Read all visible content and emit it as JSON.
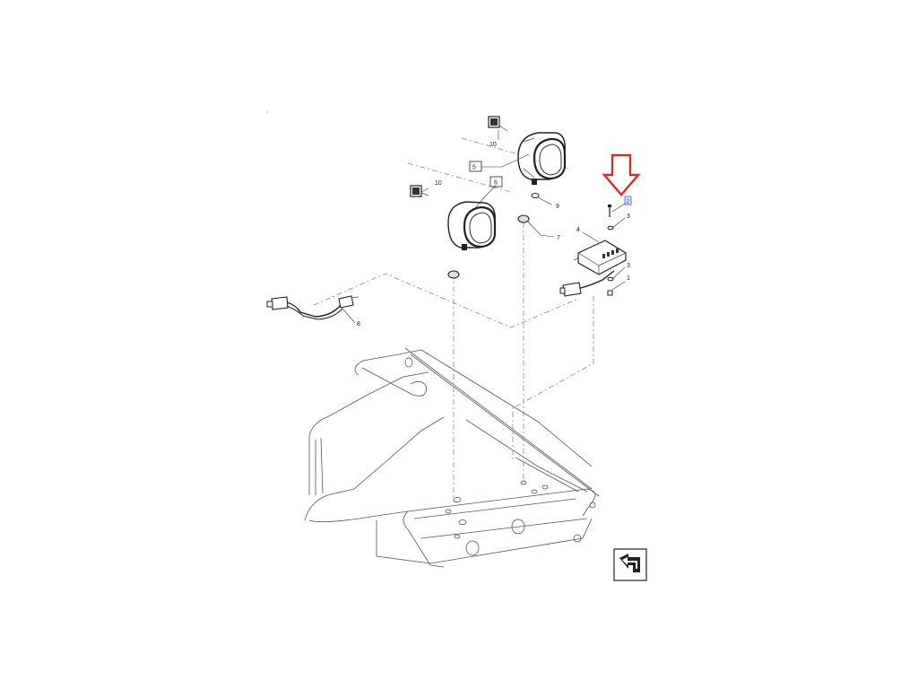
{
  "callouts": {
    "c1": "1",
    "c2": "2",
    "c3a": "3",
    "c3b": "3",
    "c4": "4",
    "c5": "5",
    "c6": "6",
    "c7": "7",
    "c8": "8",
    "c9": "9",
    "c10a": "10",
    "c10b": "10"
  },
  "colors": {
    "highlight_arrow": "#d42b2b",
    "selected_callout": "#3b5bdb"
  },
  "icons": {
    "navigate": "return-arrow-icon"
  }
}
